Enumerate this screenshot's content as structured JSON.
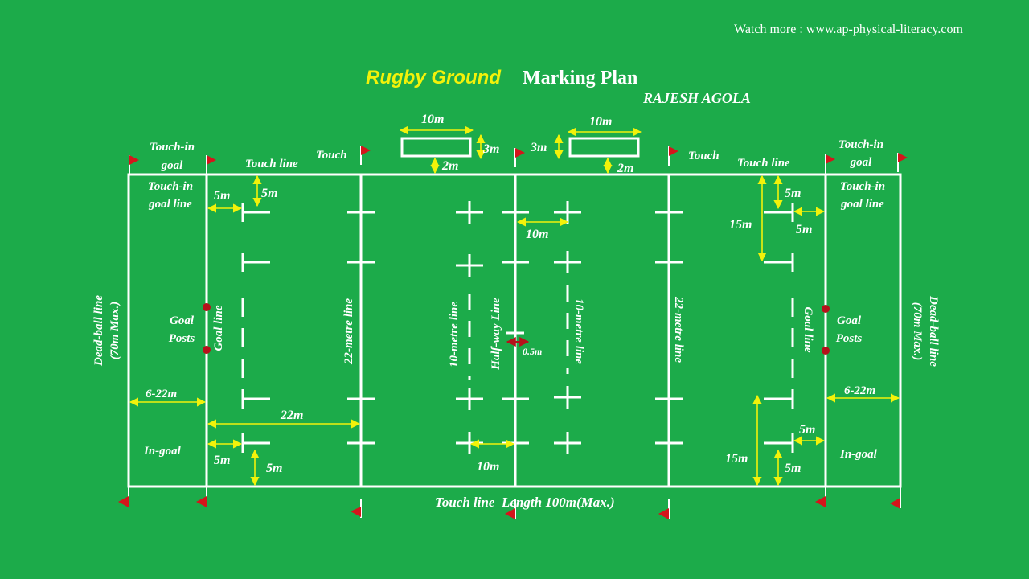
{
  "header": {
    "watch_more": "Watch more : www.ap-physical-literacy.com",
    "title_colored": "Rugby Ground",
    "title_rest": "Marking Plan",
    "author": "RAJESH AGOLA"
  },
  "labels": {
    "touch_in_goal": "Touch-in goal",
    "touch_in_goal_line": "Touch-in goal line",
    "touch_line": "Touch line",
    "touch": "Touch",
    "dead_ball_line": "Dead-ball line",
    "dead_ball_max": "(70m Max.)",
    "goal_posts": "Goal Posts",
    "goal_line": "Goal line",
    "twenty_two_line": "22-metre line",
    "ten_metre_line": "10-metre line",
    "half_way_line": "Half-way Line",
    "in_goal": "In-goal",
    "six_22m": "6-22m",
    "bottom_caption": "Touch line  Length 100m(Max.)"
  },
  "measurements": {
    "m10": "10m",
    "m3": "3m",
    "m2": "2m",
    "m5": "5m",
    "m15": "15m",
    "m22": "22m",
    "m05": "0.5m"
  },
  "colors": {
    "field": "#1cab4a",
    "lines": "#ffffff",
    "arrows": "#f2f20a",
    "flags": "#d4151b",
    "posts": "#b5121b",
    "post_arrow": "#b5121b"
  }
}
